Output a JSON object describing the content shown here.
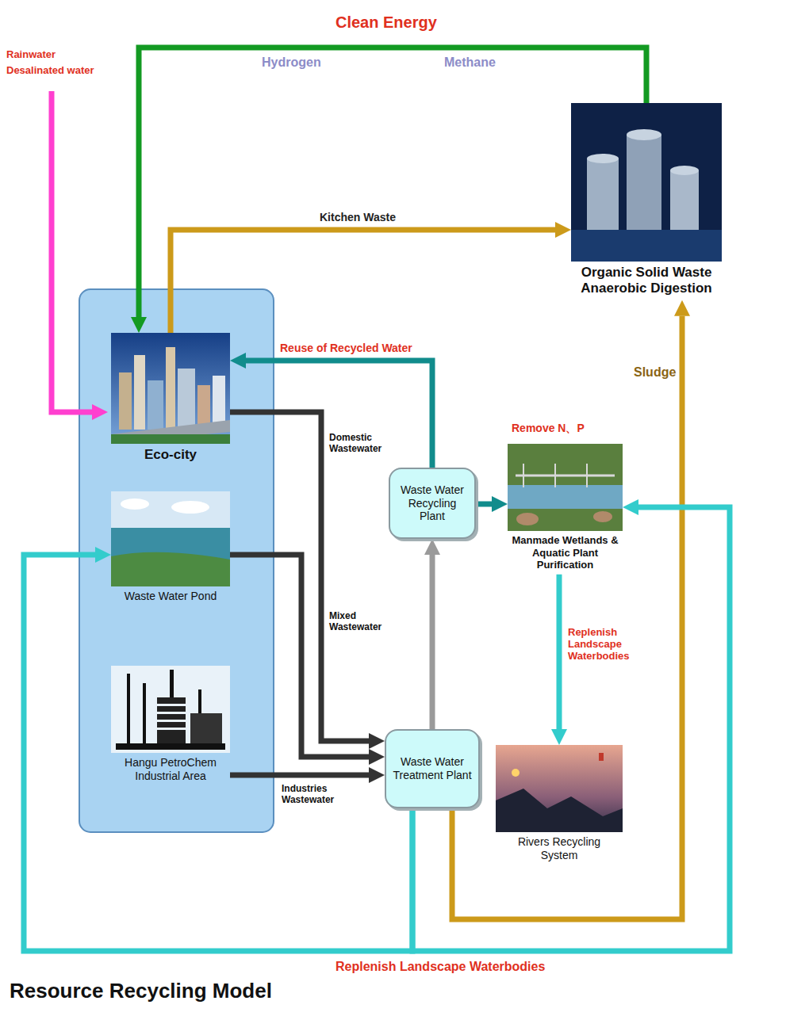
{
  "diagram": {
    "title": "Resource Recycling Model",
    "nodes": [
      {
        "text": [
          "Eco-city"
        ]
      },
      {
        "text": [
          "Waste Water Pond"
        ]
      },
      {
        "text": [
          "Hangu PetroChem Industrial Area"
        ]
      },
      {
        "text": [
          "Waste Water Recycling Plant"
        ]
      },
      {
        "text": [
          "Waste Water Treatment Plant"
        ]
      },
      {
        "text": [
          "Manmade Wetlands & Aquatic Plant Purification"
        ]
      },
      {
        "text": [
          "Rivers Recycling System"
        ]
      },
      {
        "text": [
          "Organic Solid Waste Anaerobic Digestion"
        ]
      }
    ],
    "edges": [
      {
        "from": 0,
        "to": 4,
        "label": "Domestic Wastewater",
        "arrow": "to"
      },
      {
        "from": 1,
        "to": 4,
        "label": "Mixed Wastewater",
        "arrow": "to"
      },
      {
        "from": 2,
        "to": 4,
        "label": "Industries Wastewater",
        "arrow": "to"
      },
      {
        "from": 4,
        "to": 3,
        "arrow": "to"
      },
      {
        "from": 3,
        "to": 0,
        "label": "Reuse of Recycled Water",
        "arrow": "to"
      },
      {
        "from": 3,
        "to": 5,
        "arrow": "to"
      },
      {
        "from": 5,
        "to": 6,
        "label": "Replenish Landscape Waterbodies",
        "arrow": "to"
      },
      {
        "from": 4,
        "to": 7,
        "label": "Sludge",
        "arrow": "to"
      },
      {
        "from": 0,
        "to": 7,
        "label": "Kitchen Waste",
        "arrow": "to"
      },
      {
        "from": 7,
        "to": 0,
        "label": "Clean Energy",
        "arrow": "to"
      },
      {
        "from": 4,
        "to": 1,
        "label": "Replenish Landscape Waterbodies",
        "arrow": "to"
      },
      {
        "from": 4,
        "to": 5,
        "arrow": "to"
      }
    ],
    "labels": [
      "Rainwater",
      "Desalinated water",
      "Methane",
      "Hydrogen",
      "Remove N、P"
    ]
  }
}
